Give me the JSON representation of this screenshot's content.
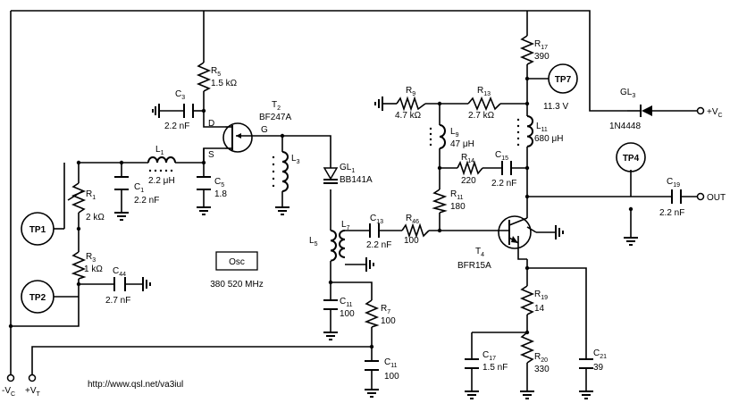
{
  "components": {
    "R5": {
      "name": "R",
      "sub": "5",
      "value": "1.5 kΩ"
    },
    "C3": {
      "name": "C",
      "sub": "3",
      "value": "2.2 nF"
    },
    "T2": {
      "name": "T",
      "sub": "2",
      "value": "BF247A"
    },
    "L1": {
      "name": "L",
      "sub": "1",
      "value": "2.2 μH"
    },
    "C1": {
      "name": "C",
      "sub": "1",
      "value": "2.2 nF"
    },
    "R1": {
      "name": "R",
      "sub": "1",
      "value": "2 kΩ"
    },
    "R3": {
      "name": "R",
      "sub": "3",
      "value": "1 kΩ"
    },
    "C44": {
      "name": "C",
      "sub": "44",
      "value": "2.7 nF"
    },
    "C5": {
      "name": "C",
      "sub": "5",
      "value": "1.8"
    },
    "L3": {
      "name": "L",
      "sub": "3",
      "value": ""
    },
    "GL1": {
      "name": "GL",
      "sub": "1",
      "value": "BB141A"
    },
    "L5": {
      "name": "L",
      "sub": "5",
      "value": ""
    },
    "L7": {
      "name": "L",
      "sub": "7",
      "value": ""
    },
    "C13": {
      "name": "C",
      "sub": "13",
      "value": "2.2 nF"
    },
    "R46": {
      "name": "R",
      "sub": "46",
      "value": "100"
    },
    "C11a": {
      "name": "C",
      "sub": "11",
      "value": "100"
    },
    "R7": {
      "name": "R",
      "sub": "7",
      "value": "100"
    },
    "C11b": {
      "name": "C",
      "sub": "11",
      "value": "100"
    },
    "R9": {
      "name": "R",
      "sub": "9",
      "value": "4.7 kΩ"
    },
    "R13": {
      "name": "R",
      "sub": "13",
      "value": "2.7 kΩ"
    },
    "L9": {
      "name": "L",
      "sub": "9",
      "value": "47 μH"
    },
    "R14": {
      "name": "R",
      "sub": "14",
      "value": "220"
    },
    "C15": {
      "name": "C",
      "sub": "15",
      "value": "2.2 nF"
    },
    "R11": {
      "name": "R",
      "sub": "11",
      "value": "180"
    },
    "R17": {
      "name": "R",
      "sub": "17",
      "value": "390"
    },
    "L11": {
      "name": "L",
      "sub": "11",
      "value": "680 μH"
    },
    "T4": {
      "name": "T",
      "sub": "4",
      "value": "BFR15A"
    },
    "R19": {
      "name": "R",
      "sub": "19",
      "value": "14"
    },
    "C17": {
      "name": "C",
      "sub": "17",
      "value": "1.5 nF"
    },
    "R20": {
      "name": "R",
      "sub": "20",
      "value": "330"
    },
    "C21": {
      "name": "C",
      "sub": "21",
      "value": "39"
    },
    "GL3": {
      "name": "GL",
      "sub": "3",
      "value": "1N4448"
    },
    "C19": {
      "name": "C",
      "sub": "19",
      "value": "2.2 nF"
    }
  },
  "pins": {
    "drain": "D",
    "gate": "G",
    "source": "S"
  },
  "testpoints": {
    "tp1": "TP1",
    "tp2": "TP2",
    "tp4": "TP4",
    "tp7": "TP7"
  },
  "oscillator": {
    "label": "Osc",
    "range": "380 520 MHz"
  },
  "voltage_tp7": "11.3 V",
  "terminals": {
    "vc_plus": "+V",
    "vc_plus_sub": "C",
    "out": "OUT",
    "vc_minus": "-V",
    "vc_minus_sub": "C",
    "vt_plus": "+V",
    "vt_plus_sub": "T"
  },
  "url": "http://www.qsl.net/va3iul"
}
